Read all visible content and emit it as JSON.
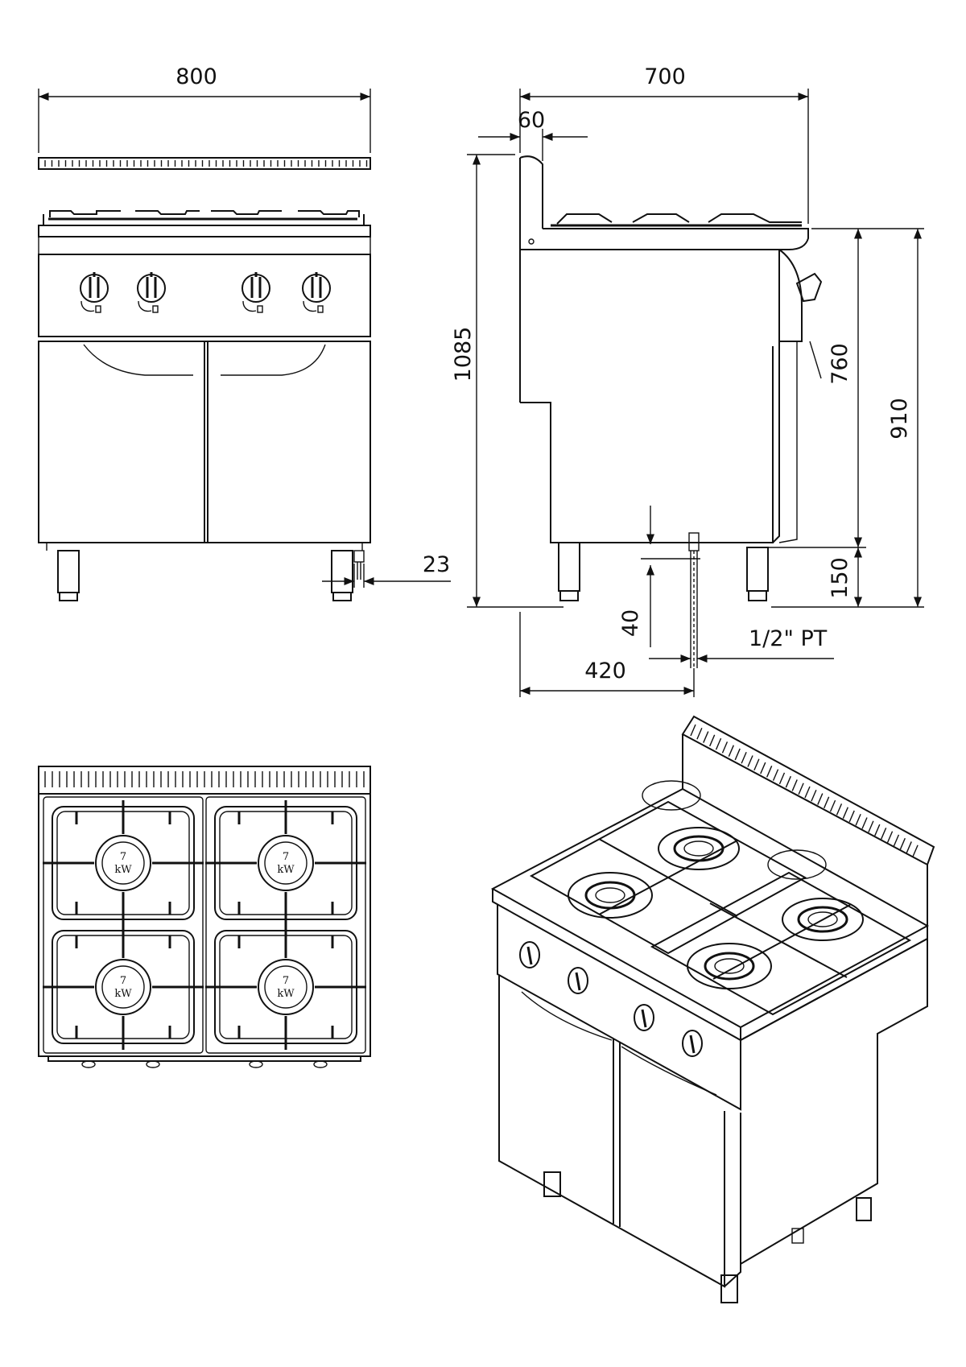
{
  "dimensions": {
    "width": "800",
    "depth": "700",
    "backsplash": "60",
    "total_height": "1085",
    "cabinet_height": "760",
    "work_height": "910",
    "leg_height": "150",
    "gas_offset": "23",
    "gas_height": "40",
    "gas_depth": "420",
    "gas_connection": "1/2\"  PT"
  },
  "burners": {
    "power_value": "7",
    "power_unit": "kW"
  }
}
